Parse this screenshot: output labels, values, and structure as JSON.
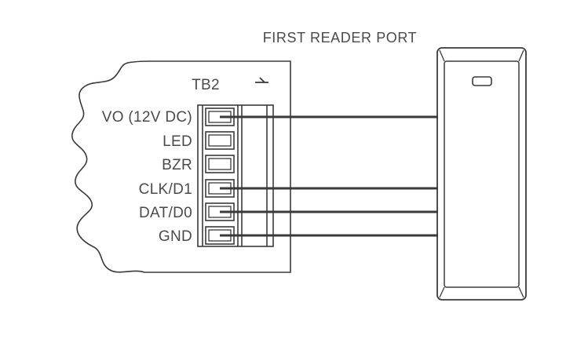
{
  "reader": {
    "title": "FIRST READER PORT"
  },
  "board": {
    "label": "TB2",
    "pin_marker": "1"
  },
  "terminals": [
    {
      "label": "VO (12V DC)",
      "wired": true
    },
    {
      "label": "LED",
      "wired": false
    },
    {
      "label": "BZR",
      "wired": false
    },
    {
      "label": "CLK/D1",
      "wired": true
    },
    {
      "label": "DAT/D0",
      "wired": true
    },
    {
      "label": "GND",
      "wired": true
    }
  ]
}
